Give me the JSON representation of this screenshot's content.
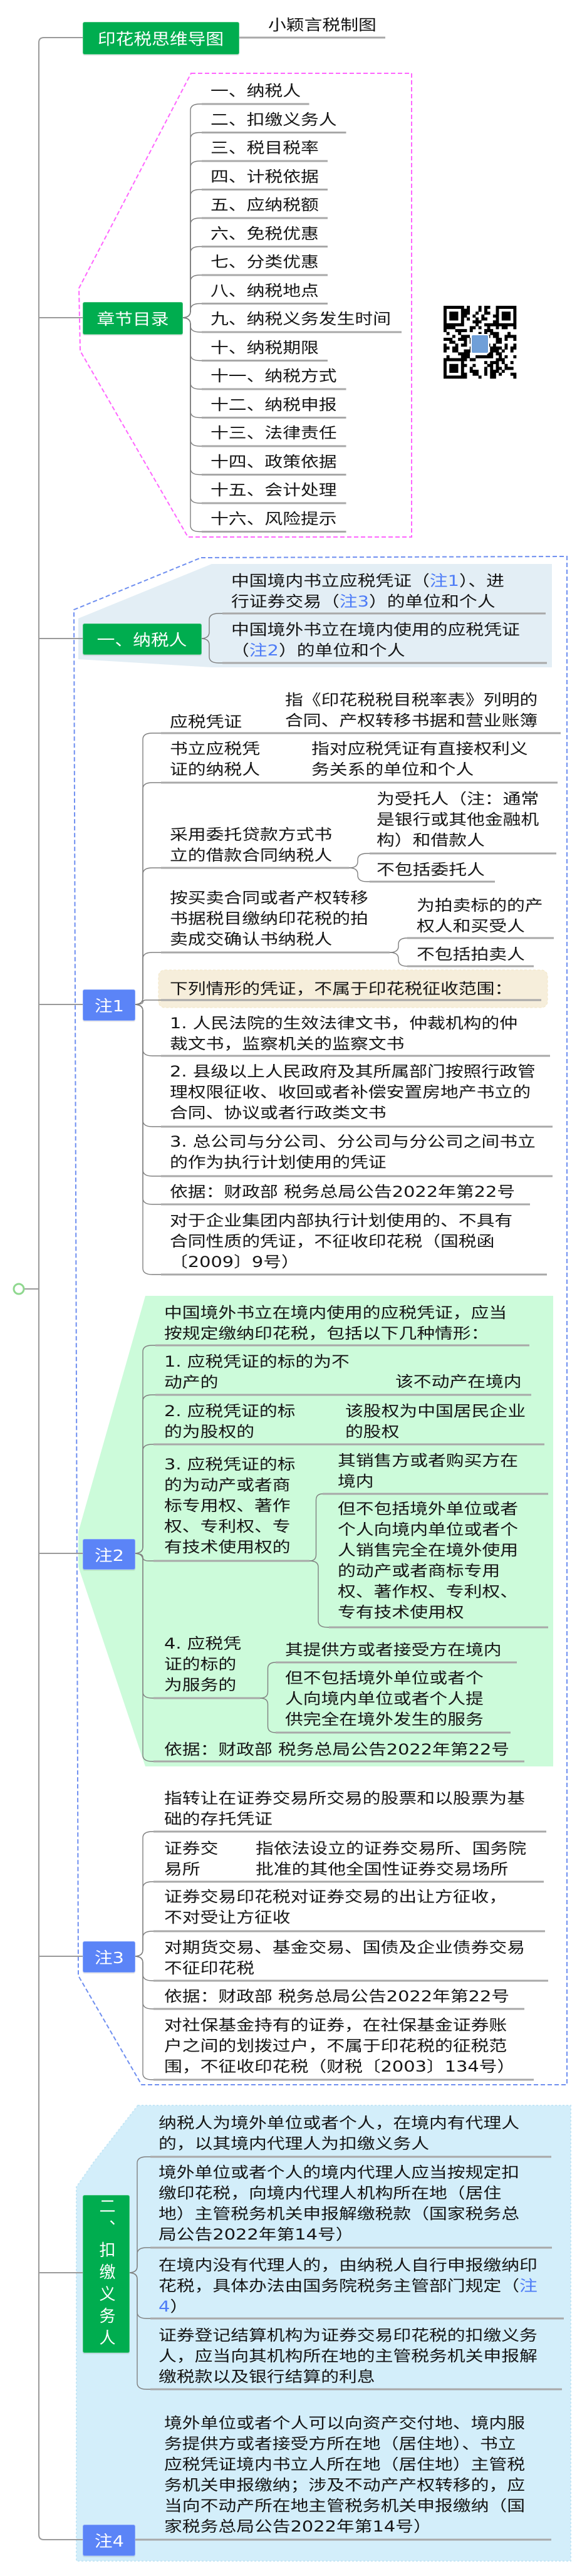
{
  "title": "印花税思维导图",
  "author": "小颖言税制图",
  "colors": {
    "node_green": "#00ad4f",
    "node_blue": "#5b84f7",
    "link": "#4d7cf7",
    "toc_border": "#ff66ff",
    "group_border": "#6f8ff0",
    "note2_bg": "#ccfbda",
    "withholding_bg": "#d3eefa",
    "taxpayer_bg": "#e3eef5",
    "highlight_bg": "#f6eedb"
  },
  "toc": {
    "label": "章节目录",
    "items": [
      "一、纳税人",
      "二、扣缴义务人",
      "三、税目税率",
      "四、计税依据",
      "五、应纳税额",
      "六、免税优惠",
      "七、分类优惠",
      "八、纳税地点",
      "九、纳税义务发生时间",
      "十、纳税期限",
      "十一、纳税方式",
      "十二、纳税申报",
      "十三、法律责任",
      "十四、政策依据",
      "十五、会计处理",
      "十六、风险提示"
    ]
  },
  "taxpayer": {
    "label": "一、纳税人",
    "items": [
      {
        "lines": [
          [
            "中国境内书立应税凭证（",
            {
              "link": "注1"
            },
            "）、进"
          ],
          [
            "行证券交易（",
            {
              "link": "注3"
            },
            "）的单位和个人"
          ]
        ]
      },
      {
        "lines": [
          "中国境外书立在境内使用的应税凭证",
          [
            "（",
            {
              "link": "注2"
            },
            "）的单位和个人"
          ]
        ]
      }
    ]
  },
  "note1": {
    "label": "注1",
    "items": [
      {
        "lines": [
          "应税凭证"
        ],
        "subs": [
          {
            "lines": [
              "指《印花税税目税率表》列明的",
              "合同、产权转移书据和营业账簿"
            ]
          }
        ]
      },
      {
        "lines": [
          "书立应税凭",
          "证的纳税人"
        ],
        "subs": [
          {
            "lines": [
              "指对应税凭证有直接权利义",
              "务关系的单位和个人"
            ]
          }
        ]
      },
      {
        "lines": [
          "采用委托贷款方式书",
          "立的借款合同纳税人"
        ],
        "subs": [
          {
            "lines": [
              "为受托人（注：通常",
              "是银行或其他金融机",
              "构）和借款人"
            ]
          },
          {
            "lines": [
              "不包括委托人"
            ]
          }
        ]
      },
      {
        "lines": [
          "按买卖合同或者产权转移",
          "书据税目缴纳印花税的拍",
          "卖成交确认书纳税人"
        ],
        "subs": [
          {
            "lines": [
              "为拍卖标的的产",
              "权人和买受人"
            ]
          },
          {
            "lines": [
              "不包括拍卖人"
            ]
          }
        ]
      },
      {
        "lines": [
          "下列情形的凭证，不属于印花税征收范围："
        ]
      },
      {
        "lines": [
          "1. 人民法院的生效法律文书，仲裁机构的仲",
          "裁文书，监察机关的监察文书"
        ]
      },
      {
        "lines": [
          "2. 县级以上人民政府及其所属部门按照行政管",
          "理权限征收、收回或者补偿安置房地产书立的",
          "合同、协议或者行政类文书"
        ]
      },
      {
        "lines": [
          "3. 总公司与分公司、分公司与分公司之间书立",
          "的作为执行计划使用的凭证"
        ]
      },
      {
        "lines": [
          "依据：财政部  税务总局公告2022年第22号"
        ]
      },
      {
        "lines": [
          "对于企业集团内部执行计划使用的、不具有",
          "合同性质的凭证，不征收印花税（国税函",
          "〔2009〕9号）"
        ]
      }
    ]
  },
  "note2": {
    "label": "注2",
    "items": [
      {
        "lines": [
          "中国境外书立在境内使用的应税凭证，应当",
          "按规定缴纳印花税，包括以下几种情形："
        ]
      },
      {
        "lines": [
          "1. 应税凭证的标的为不",
          "动产的"
        ],
        "subs": [
          {
            "lines": [
              "该不动产在境内"
            ]
          }
        ]
      },
      {
        "lines": [
          "2. 应税凭证的标",
          "的为股权的"
        ],
        "subs": [
          {
            "lines": [
              "该股权为中国居民企业",
              "的股权"
            ]
          }
        ]
      },
      {
        "lines": [
          "3. 应税凭证的标",
          "的为动产或者商",
          "标专用权、著作",
          "权、专利权、专",
          "有技术使用权的"
        ],
        "subs": [
          {
            "lines": [
              "其销售方或者购买方在",
              "境内"
            ]
          },
          {
            "lines": [
              "但不包括境外单位或者",
              "个人向境内单位或者个",
              "人销售完全在境外使用",
              "的动产或者商标专用",
              "权、著作权、专利权、",
              "专有技术使用权"
            ]
          }
        ]
      },
      {
        "lines": [
          "4. 应税凭",
          "证的标的",
          "为服务的"
        ],
        "subs": [
          {
            "lines": [
              "其提供方或者接受方在境内"
            ]
          },
          {
            "lines": [
              "但不包括境外单位或者个",
              "人向境内单位或者个人提",
              "供完全在境外发生的服务"
            ]
          }
        ]
      },
      {
        "lines": [
          "依据：财政部  税务总局公告2022年第22号"
        ]
      }
    ]
  },
  "note3": {
    "label": "注3",
    "items": [
      {
        "lines": [
          "指转让在证券交易所交易的股票和以股票为基",
          "础的存托凭证"
        ]
      },
      {
        "lines": [
          "证券交",
          "易所"
        ],
        "subs": [
          {
            "lines": [
              "指依法设立的证券交易所、国务院",
              "批准的其他全国性证券交易场所"
            ]
          }
        ]
      },
      {
        "lines": [
          "证券交易印花税对证券交易的出让方征收，",
          "不对受让方征收"
        ]
      },
      {
        "lines": [
          "对期货交易、基金交易、国债及企业债券交易",
          "不征印花税"
        ]
      },
      {
        "lines": [
          "依据：财政部  税务总局公告2022年第22号"
        ]
      },
      {
        "lines": [
          "对社保基金持有的证券，在社保基金证券账",
          "户之间的划拨过户，不属于印花税的征税范",
          "围，不征收印花税（财税〔2003〕134号）"
        ]
      }
    ]
  },
  "withholding": {
    "label": "二、扣缴义务人",
    "items": [
      {
        "lines": [
          "纳税人为境外单位或者个人，在境内有代理人",
          "的，以其境内代理人为扣缴义务人"
        ]
      },
      {
        "lines": [
          "境外单位或者个人的境内代理人应当按规定扣",
          "缴印花税，向境内代理人机构所在地（居住",
          "地）主管税务机关申报解缴税款（国家税务总",
          "局公告2022年第14号）"
        ]
      },
      {
        "lines": [
          "在境内没有代理人的，由纳税人自行申报缴纳印",
          [
            "花税，具体办法由国务院税务主管部门规定（",
            {
              "link": "注"
            }
          ],
          [
            {
              "link": "4"
            },
            "）"
          ]
        ]
      },
      {
        "lines": [
          "证券登记结算机构为证券交易印花税的扣缴义务",
          "人，应当向其机构所在地的主管税务机关申报解",
          "缴税款以及银行结算的利息"
        ]
      }
    ]
  },
  "note4": {
    "label": "注4",
    "items": [
      {
        "lines": [
          "境外单位或者个人可以向资产交付地、境内服",
          "务提供方或者接受方所在地（居住地）、书立",
          "应税凭证境内书立人所在地（居住地）主管税",
          "务机关申报缴纳；涉及不动产产权转移的，应",
          "当向不动产所在地主管税务机关申报缴纳（国",
          "家税务总局公告2022年第14号）"
        ]
      }
    ]
  }
}
